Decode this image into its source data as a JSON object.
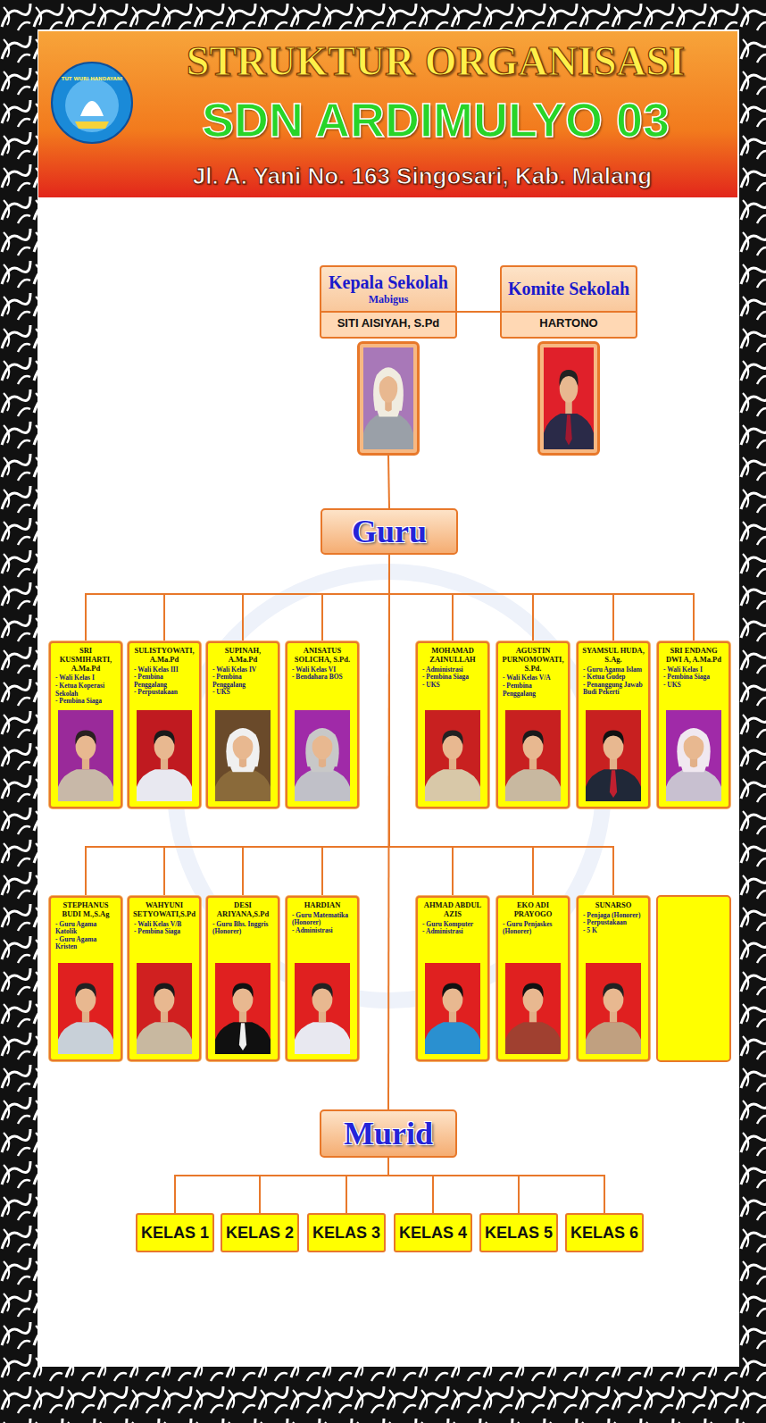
{
  "diagram": {
    "title": "STRUKTUR ORGANISASI",
    "nodes": [
      {
        "text": [
          "Kepala Sekolah",
          "Mabigus",
          "SITI AISIYAH, S.Pd"
        ]
      },
      {
        "text": [
          "Komite Sekolah",
          "HARTONO"
        ]
      },
      {
        "text": [
          "Guru"
        ]
      },
      {
        "text": [
          "SRI KUSMIHARTI, A.Ma.Pd",
          "- Wali Kelas I",
          "- Ketua Koperasi Sekolah",
          "- Pembina Siaga"
        ]
      },
      {
        "text": [
          "SULISTYOWATI, A.Ma.Pd",
          "- Wali Kelas III",
          "- Pembina Penggalang",
          "- Perpustakaan"
        ]
      },
      {
        "text": [
          "SUPINAH, A.Ma.Pd",
          "- Wali Kelas IV",
          "- Pembina Penggalang",
          "- UKS"
        ]
      },
      {
        "text": [
          "ANISATUS SOLICHA, S.Pd.",
          "- Wali Kelas VI",
          "- Bendahara BOS"
        ]
      },
      {
        "text": [
          "MOHAMAD ZAINULLAH",
          "- Administrasi",
          "- Pembina Siaga",
          "- UKS"
        ]
      },
      {
        "text": [
          "AGUSTIN PURNOMOWATI, S.Pd.",
          "- Wali Kelas V/A",
          "- Pembina Penggalang"
        ]
      },
      {
        "text": [
          "SYAMSUL HUDA, S.Ag.",
          "- Guru Agama Islam",
          "- Ketua Gudep",
          "- Penanggung Jawab Budi Pekerti"
        ]
      },
      {
        "text": [
          "SRI ENDANG DWI A, A.Ma.Pd",
          "- Wali Kelas I",
          "- Pembina Siaga",
          "- UKS"
        ]
      },
      {
        "text": [
          "STEPHANUS BUDI M.,S.Ag",
          "- Guru Agama Katolik",
          "- Guru Agama Kristen"
        ]
      },
      {
        "text": [
          "WAHYUNI SETYOWATI,S.Pd",
          "- Wali Kelas V/B",
          "- Pembina Siaga"
        ]
      },
      {
        "text": [
          "DESI ARIYANA,S.Pd",
          "- Guru Bhs. Inggris (Honorer)"
        ]
      },
      {
        "text": [
          "HARDIAN",
          "- Guru Matematika (Honorer)",
          "- Administrasi"
        ]
      },
      {
        "text": [
          "AHMAD ABDUL AZIS",
          "- Guru Komputer",
          "- Administrasi"
        ]
      },
      {
        "text": [
          "EKO ADI PRAYOGO",
          "- Guru Penjaskes (Honorer)"
        ]
      },
      {
        "text": [
          "SUNARSO",
          "- Penjaga (Honorer)",
          "- Perpustakaan",
          "- 5 K"
        ]
      },
      {
        "text": [
          "Murid"
        ]
      },
      {
        "text": [
          "KELAS 1"
        ]
      },
      {
        "text": [
          "KELAS 2"
        ]
      },
      {
        "text": [
          "KELAS 3"
        ]
      },
      {
        "text": [
          "KELAS 4"
        ]
      },
      {
        "text": [
          "KELAS 5"
        ]
      },
      {
        "text": [
          "KELAS 6"
        ]
      }
    ],
    "edges": [
      {
        "from": 0,
        "to": 1,
        "arrow": "none"
      },
      {
        "from": 0,
        "to": 2,
        "arrow": "none"
      },
      {
        "from": 2,
        "to": 3,
        "arrow": "none"
      },
      {
        "from": 2,
        "to": 4,
        "arrow": "none"
      },
      {
        "from": 2,
        "to": 5,
        "arrow": "none"
      },
      {
        "from": 2,
        "to": 6,
        "arrow": "none"
      },
      {
        "from": 2,
        "to": 7,
        "arrow": "none"
      },
      {
        "from": 2,
        "to": 8,
        "arrow": "none"
      },
      {
        "from": 2,
        "to": 9,
        "arrow": "none"
      },
      {
        "from": 2,
        "to": 10,
        "arrow": "none"
      },
      {
        "from": 2,
        "to": 11,
        "arrow": "none"
      },
      {
        "from": 2,
        "to": 12,
        "arrow": "none"
      },
      {
        "from": 2,
        "to": 13,
        "arrow": "none"
      },
      {
        "from": 2,
        "to": 14,
        "arrow": "none"
      },
      {
        "from": 2,
        "to": 15,
        "arrow": "none"
      },
      {
        "from": 2,
        "to": 16,
        "arrow": "none"
      },
      {
        "from": 2,
        "to": 17,
        "arrow": "none"
      },
      {
        "from": 2,
        "to": 18,
        "arrow": "none"
      },
      {
        "from": 18,
        "to": 19,
        "arrow": "none"
      },
      {
        "from": 18,
        "to": 20,
        "arrow": "none"
      },
      {
        "from": 18,
        "to": 21,
        "arrow": "none"
      },
      {
        "from": 18,
        "to": 22,
        "arrow": "none"
      },
      {
        "from": 18,
        "to": 23,
        "arrow": "none"
      },
      {
        "from": 18,
        "to": 24,
        "arrow": "none"
      }
    ],
    "labels": [
      "SDN ARDIMULYO 03",
      "Jl. A. Yani No. 163 Singosari, Kab. Malang",
      "TUT WURI HANDAYANI"
    ]
  }
}
